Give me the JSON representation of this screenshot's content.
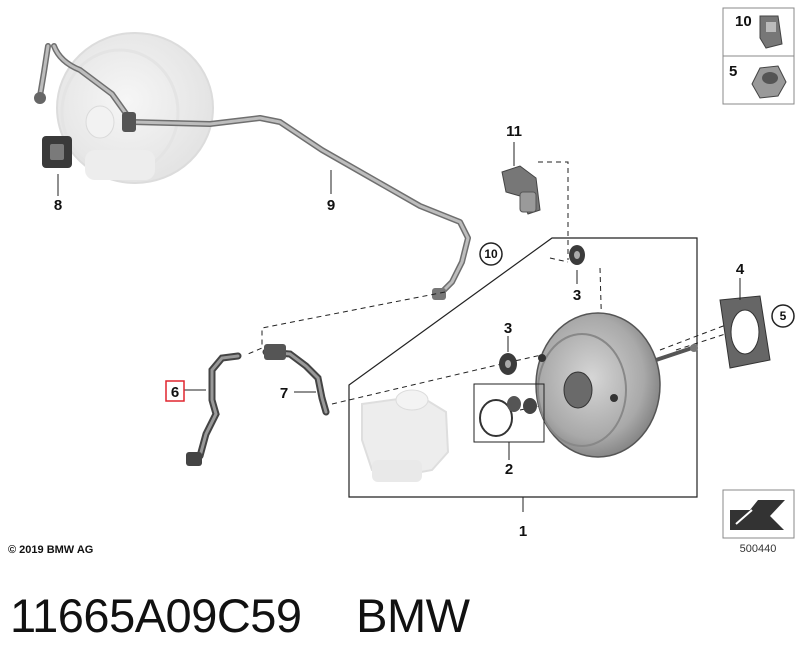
{
  "diagram": {
    "callouts": {
      "c1": "1",
      "c2": "2",
      "c3a": "3",
      "c3b": "3",
      "c4": "4",
      "c5": "5",
      "c6": "6",
      "c7": "7",
      "c8": "8",
      "c9": "9",
      "c10": "10",
      "c11": "11"
    },
    "legend": {
      "item_top": "10",
      "item_bottom": "5"
    },
    "copyright": "© 2019 BMW AG",
    "reference_number": "500440"
  },
  "caption": {
    "part_number": "11665A09C59",
    "brand": "BMW"
  },
  "colors": {
    "line": "#222222",
    "highlight_box": "#e0252f",
    "part_gray": "#c9c9c9",
    "faded_part": "#ececec"
  }
}
